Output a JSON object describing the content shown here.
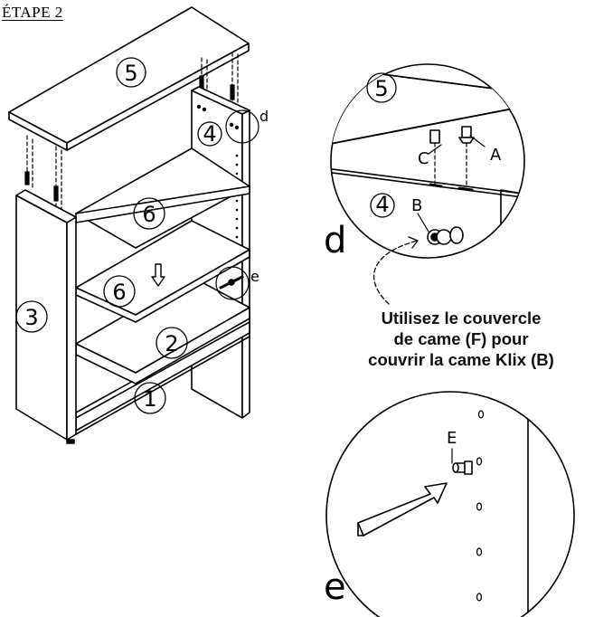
{
  "title": "ÉTAPE 2",
  "parts": {
    "p1": "1",
    "p2": "2",
    "p3": "3",
    "p4": "4",
    "p5": "5",
    "p6a": "6",
    "p6b": "6"
  },
  "callouts": {
    "d": "d",
    "e": "e"
  },
  "detail_d": {
    "label": "d",
    "part_top": "5",
    "part_bottom": "4",
    "hw_a": "A",
    "hw_b": "B",
    "hw_c": "C"
  },
  "detail_e": {
    "label": "e",
    "hw_e": "E"
  },
  "note": {
    "line1": "Utilisez le couvercle",
    "line2": "de came (F) pour",
    "line3": "couvrir la came Klix (B)"
  }
}
